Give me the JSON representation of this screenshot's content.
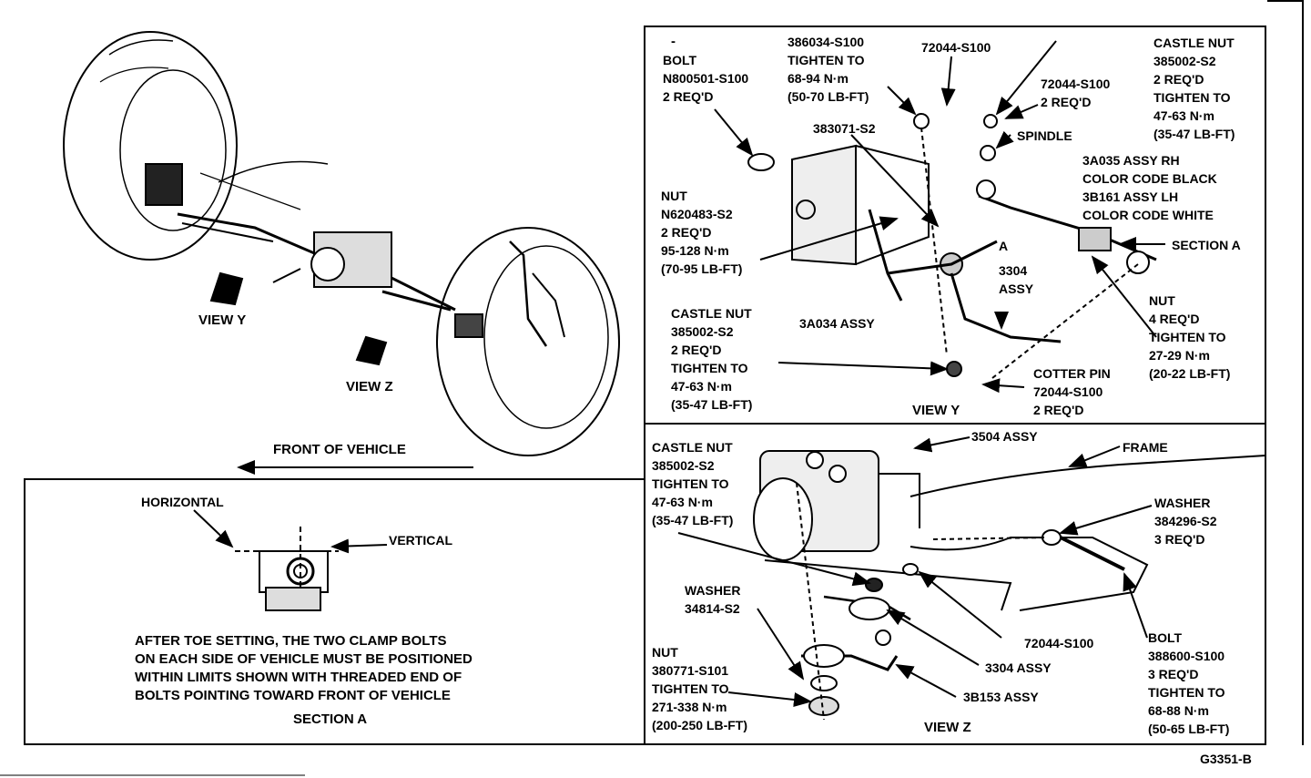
{
  "overview": {
    "view_y": "VIEW Y",
    "view_z": "VIEW Z",
    "front_of_vehicle": "FRONT OF VEHICLE"
  },
  "section_a_panel": {
    "horizontal": "HORIZONTAL",
    "vertical": "VERTICAL",
    "note": "AFTER TOE SETTING, THE TWO CLAMP BOLTS\nON EACH SIDE OF VEHICLE MUST BE POSITIONED\nWITHIN LIMITS SHOWN WITH THREADED END OF\nBOLTS POINTING TOWARD FRONT OF VEHICLE",
    "title": "SECTION A"
  },
  "view_y_panel": {
    "dash": "-",
    "bolt": "BOLT\nN800501-S100\n2 REQ'D",
    "part_386034": "386034-S100\nTIGHTEN TO\n68-94 N·m\n(50-70 LB-FT)",
    "part_72044_top": "72044-S100",
    "castle_nut_right": "CASTLE NUT\n385002-S2\n2 REQ'D\nTIGHTEN TO\n47-63 N·m\n(35-47 LB-FT)",
    "part_72044_2req": "72044-S100\n2 REQ'D",
    "spindle": "SPINDLE",
    "part_383071": "383071-S2",
    "assy_3a035": "3A035 ASSY RH\nCOLOR CODE BLACK\n3B161 ASSY LH\nCOLOR CODE WHITE",
    "nut_n620483": "NUT\nN620483-S2\n2 REQ'D\n95-128 N·m\n(70-95 LB-FT)",
    "marker_a": "A",
    "section_a": "SECTION A",
    "assy_3304": "3304\nASSY",
    "nut_4req": "NUT\n4 REQ'D\nTIGHTEN TO\n27-29 N·m\n(20-22 LB-FT)",
    "castle_nut_left": "CASTLE NUT\n385002-S2\n2 REQ'D\nTIGHTEN TO\n47-63 N·m\n(35-47 LB-FT)",
    "assy_3a034": "3A034 ASSY",
    "cotter_pin": "COTTER PIN\n72044-S100\n2 REQ'D",
    "title": "VIEW Y"
  },
  "view_z_panel": {
    "castle_nut": "CASTLE NUT\n385002-S2\nTIGHTEN TO\n47-63 N·m\n(35-47 LB-FT)",
    "assy_3504": "3504 ASSY",
    "frame": "FRAME",
    "washer_384296": "WASHER\n384296-S2\n3 REQ'D",
    "washer_34814": "WASHER\n34814-S2",
    "part_72044": "72044-S100",
    "assy_3304": "3304 ASSY",
    "nut_380771": "NUT\n380771-S101\nTIGHTEN TO\n271-338 N·m\n(200-250 LB-FT)",
    "bolt_388600": "BOLT\n388600-S100\n3 REQ'D\nTIGHTEN TO\n68-88 N·m\n(50-65 LB-FT)",
    "assy_3b153": "3B153 ASSY",
    "title": "VIEW Z"
  },
  "figure_id": "G3351-B"
}
